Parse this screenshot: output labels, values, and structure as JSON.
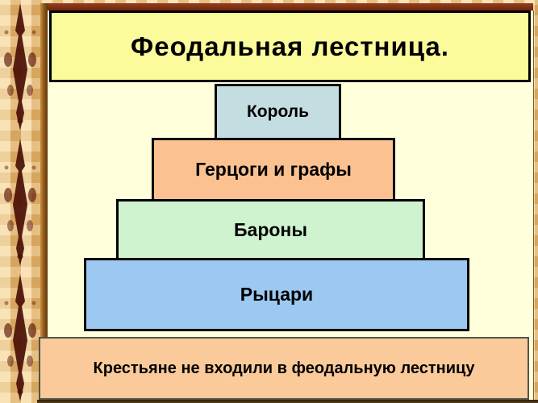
{
  "slide": {
    "title": "Феодальная лестница.",
    "pyramid": [
      {
        "label": "Король",
        "fill": "#c3dde1"
      },
      {
        "label": "Герцоги и графы",
        "fill": "#fbc191"
      },
      {
        "label": "Бароны",
        "fill": "#cef3ce"
      },
      {
        "label": "Рыцари",
        "fill": "#9cc8f2"
      }
    ],
    "note": {
      "text": "Крестьяне не входили в феодальную лестницу",
      "fill": "#fbca9b"
    },
    "colors": {
      "slide_background": "#ffffdb",
      "title_fill": "#fbfb9b",
      "frame_tan": "#ecbf76",
      "frame_maroon": "#7e2a1a",
      "box_border": "#000000",
      "text": "#000000"
    }
  }
}
